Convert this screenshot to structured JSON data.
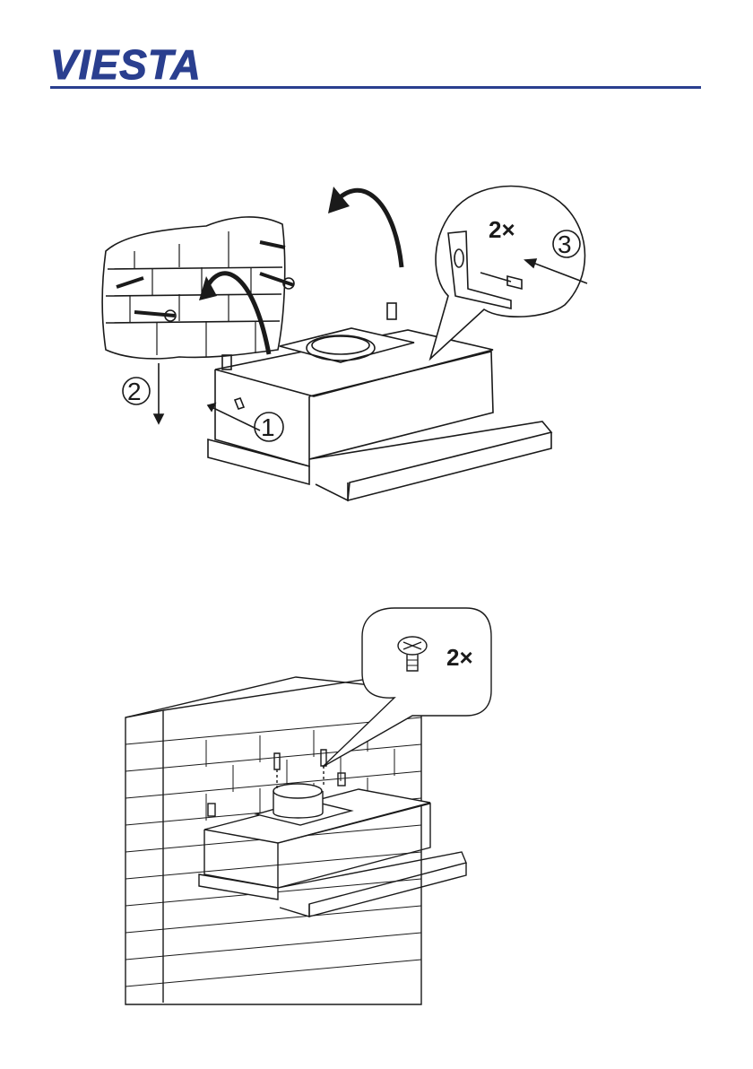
{
  "brand": {
    "name": "VIESTA",
    "color": "#2a3f8f"
  },
  "figure1": {
    "steps": [
      {
        "label": "1"
      },
      {
        "label": "2"
      },
      {
        "label": "3"
      }
    ],
    "callout_quantity": "2×",
    "icons": [
      "wall-brick-icon",
      "wall-bolt-icon",
      "rotate-arrow-icon",
      "down-arrow-icon",
      "bracket-screw-icon",
      "range-hood-icon"
    ]
  },
  "figure2": {
    "callout_quantity": "2×",
    "icons": [
      "screw-head-icon",
      "brick-wall-icon",
      "range-hood-icon"
    ]
  }
}
